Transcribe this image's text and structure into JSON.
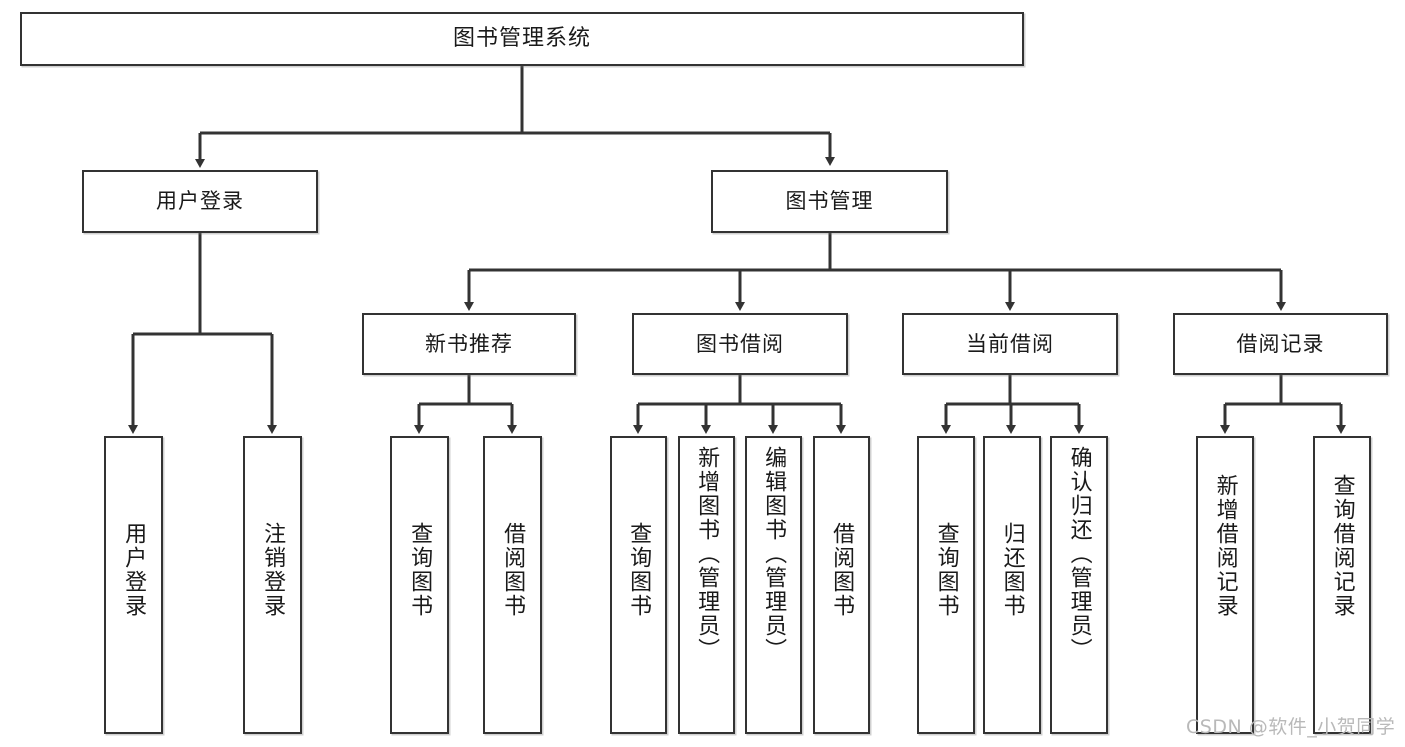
{
  "diagram": {
    "title": "图书管理系统",
    "watermark": "CSDN @软件_小贺同学",
    "colors": {
      "stroke": "#333333",
      "fill": "#ffffff",
      "text": "#1a1a1a",
      "watermark": "#b9b9b9"
    },
    "root": {
      "label": "图书管理系统"
    },
    "level2": [
      {
        "label": "用户登录"
      },
      {
        "label": "图书管理"
      }
    ],
    "level3": [
      {
        "label": "新书推荐"
      },
      {
        "label": "图书借阅"
      },
      {
        "label": "当前借阅"
      },
      {
        "label": "借阅记录"
      }
    ],
    "leaves": [
      {
        "label": "用户登录"
      },
      {
        "label": "注销登录"
      },
      {
        "label": "查询图书"
      },
      {
        "label": "借阅图书"
      },
      {
        "label": "查询图书"
      },
      {
        "label": "新增图书（管理员）"
      },
      {
        "label": "编辑图书（管理员）"
      },
      {
        "label": "借阅图书"
      },
      {
        "label": "查询图书"
      },
      {
        "label": "归还图书"
      },
      {
        "label": "确认归还（管理员）"
      },
      {
        "label": "新增借阅记录"
      },
      {
        "label": "查询借阅记录"
      }
    ]
  }
}
